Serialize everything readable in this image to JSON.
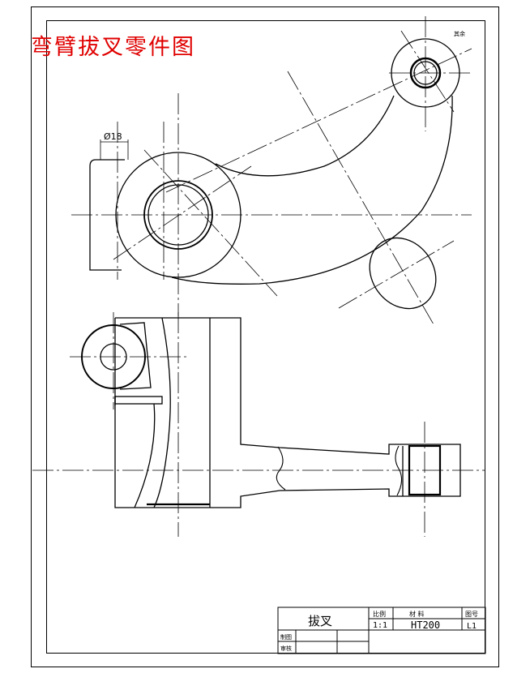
{
  "drawing": {
    "title": "弯臂拔叉零件图",
    "corner_note": "其余",
    "dimension_label": "Ø18"
  },
  "title_block": {
    "part_name": "拔叉",
    "scale_header": "比例",
    "scale_value": "1:1",
    "material_header": "材 料",
    "material_value": "HT200",
    "drawing_no_header": "图号",
    "drawing_no_value": "L1",
    "drafter_label": "制图",
    "reviewer_label": "审核"
  }
}
